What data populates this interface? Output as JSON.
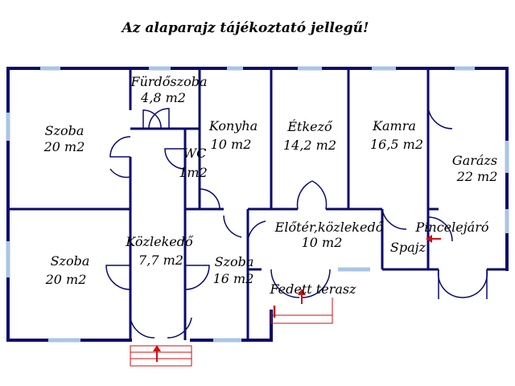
{
  "note": "Az alaparajz tájékoztató jellegű!",
  "rooms": [
    {
      "id": "szoba-1",
      "name": "Szoba",
      "area": "20 m2"
    },
    {
      "id": "furdoszoba",
      "name": "Fürdőszoba",
      "area": "4,8 m2"
    },
    {
      "id": "konyha",
      "name": "Konyha",
      "area": "10 m2"
    },
    {
      "id": "wc",
      "name": "WC",
      "area": "1m2"
    },
    {
      "id": "etkezo",
      "name": "Étkező",
      "area": "14,2 m2"
    },
    {
      "id": "kamra",
      "name": "Kamra",
      "area": "16,5 m2"
    },
    {
      "id": "garazs",
      "name": "Garázs",
      "area": "22 m2"
    },
    {
      "id": "szoba-2",
      "name": "Szoba",
      "area": "20 m2"
    },
    {
      "id": "kozlekedo",
      "name": "Közlekedő",
      "area": "7,7 m2"
    },
    {
      "id": "szoba-3",
      "name": "Szoba",
      "area": "16 m2"
    },
    {
      "id": "eloter",
      "name": "Előtér,közlekedő",
      "area": "10 m2"
    }
  ],
  "labels": {
    "spajz": "Spajz",
    "pincelejaro": "Pincelejáró",
    "fedett_terasz": "Fedett terasz"
  },
  "colors": {
    "wall": "#0b0b6e",
    "window": "#a9c6e2",
    "terrace": "#cc1111",
    "door": "#0b0b6e"
  }
}
